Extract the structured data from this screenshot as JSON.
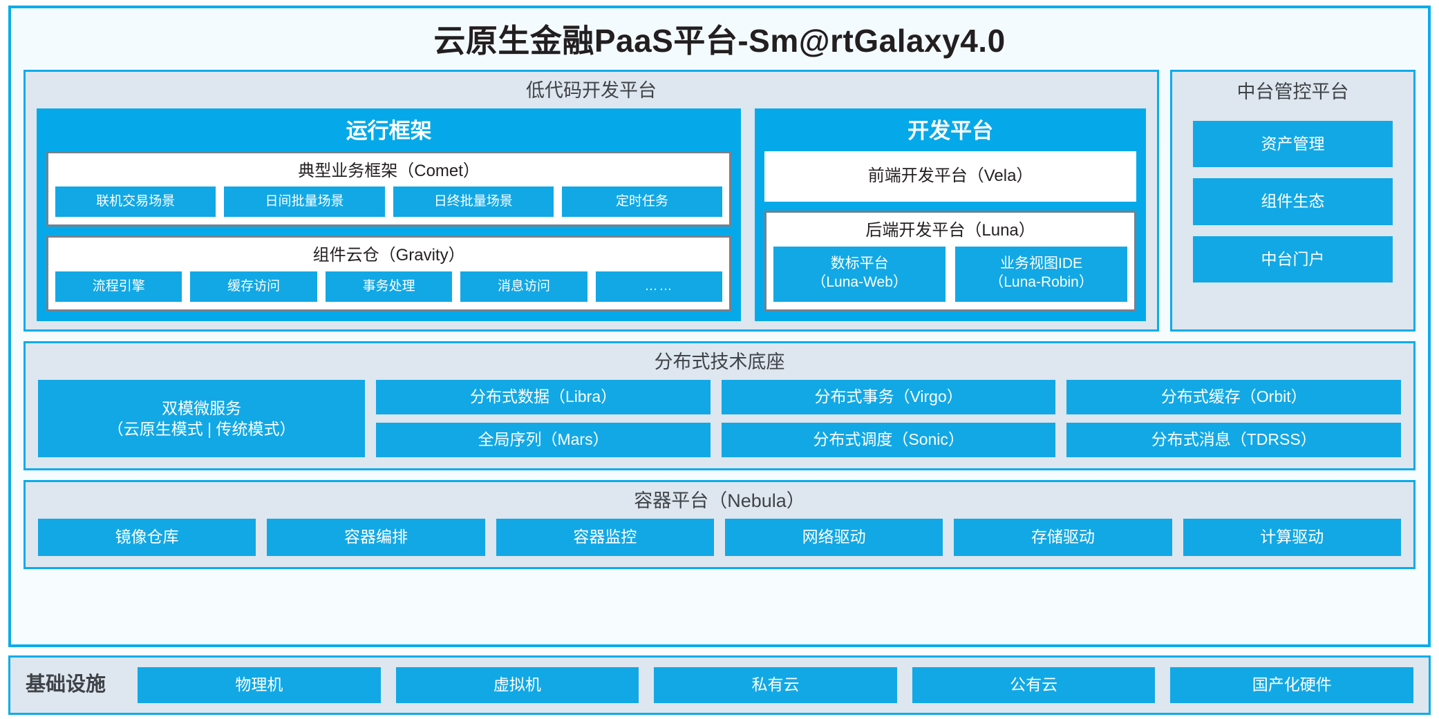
{
  "platform": {
    "title": "云原生金融PaaS平台-Sm@rtGalaxy4.0"
  },
  "lowcode": {
    "title": "低代码开发平台",
    "runtime": {
      "title": "运行框架",
      "comet": {
        "title": "典型业务框架（Comet）",
        "tiles": [
          "联机交易场景",
          "日间批量场景",
          "日终批量场景",
          "定时任务"
        ]
      },
      "gravity": {
        "title": "组件云仓（Gravity）",
        "tiles": [
          "流程引擎",
          "缓存访问",
          "事务处理",
          "消息访问",
          "……"
        ]
      }
    },
    "devplatform": {
      "title": "开发平台",
      "vela": "前端开发平台（Vela）",
      "luna": {
        "title": "后端开发平台（Luna）",
        "tiles": [
          {
            "name": "数标平台",
            "code": "（Luna-Web）"
          },
          {
            "name": "业务视图IDE",
            "code": "（Luna-Robin）"
          }
        ]
      }
    }
  },
  "midoffice": {
    "title": "中台管控平台",
    "tiles": [
      "资产管理",
      "组件生态",
      "中台门户"
    ]
  },
  "foundation": {
    "title": "分布式技术底座",
    "microservice": {
      "name": "双模微服务",
      "modes": "（云原生模式 | 传统模式）"
    },
    "columns": [
      {
        "top": "分布式数据（Libra）",
        "bottom": "全局序列（Mars）"
      },
      {
        "top": "分布式事务（Virgo）",
        "bottom": "分布式调度（Sonic）"
      },
      {
        "top": "分布式缓存（Orbit）",
        "bottom": "分布式消息（TDRSS）"
      }
    ]
  },
  "container_platform": {
    "title": "容器平台（Nebula）",
    "tiles": [
      "镜像仓库",
      "容器编排",
      "容器监控",
      "网络驱动",
      "存储驱动",
      "计算驱动"
    ]
  },
  "infrastructure": {
    "label": "基础设施",
    "tiles": [
      "物理机",
      "虚拟机",
      "私有云",
      "公有云",
      "国产化硬件"
    ]
  },
  "colors": {
    "accent_border": "#0aaceb",
    "tile_blue": "#12a8e5",
    "card_blue": "#05a9e9",
    "panel_fill": "#dee6ef",
    "shell_fill": "#f5fcfe",
    "box_border_gray": "#787f8a",
    "text_dark": "#231f20"
  }
}
